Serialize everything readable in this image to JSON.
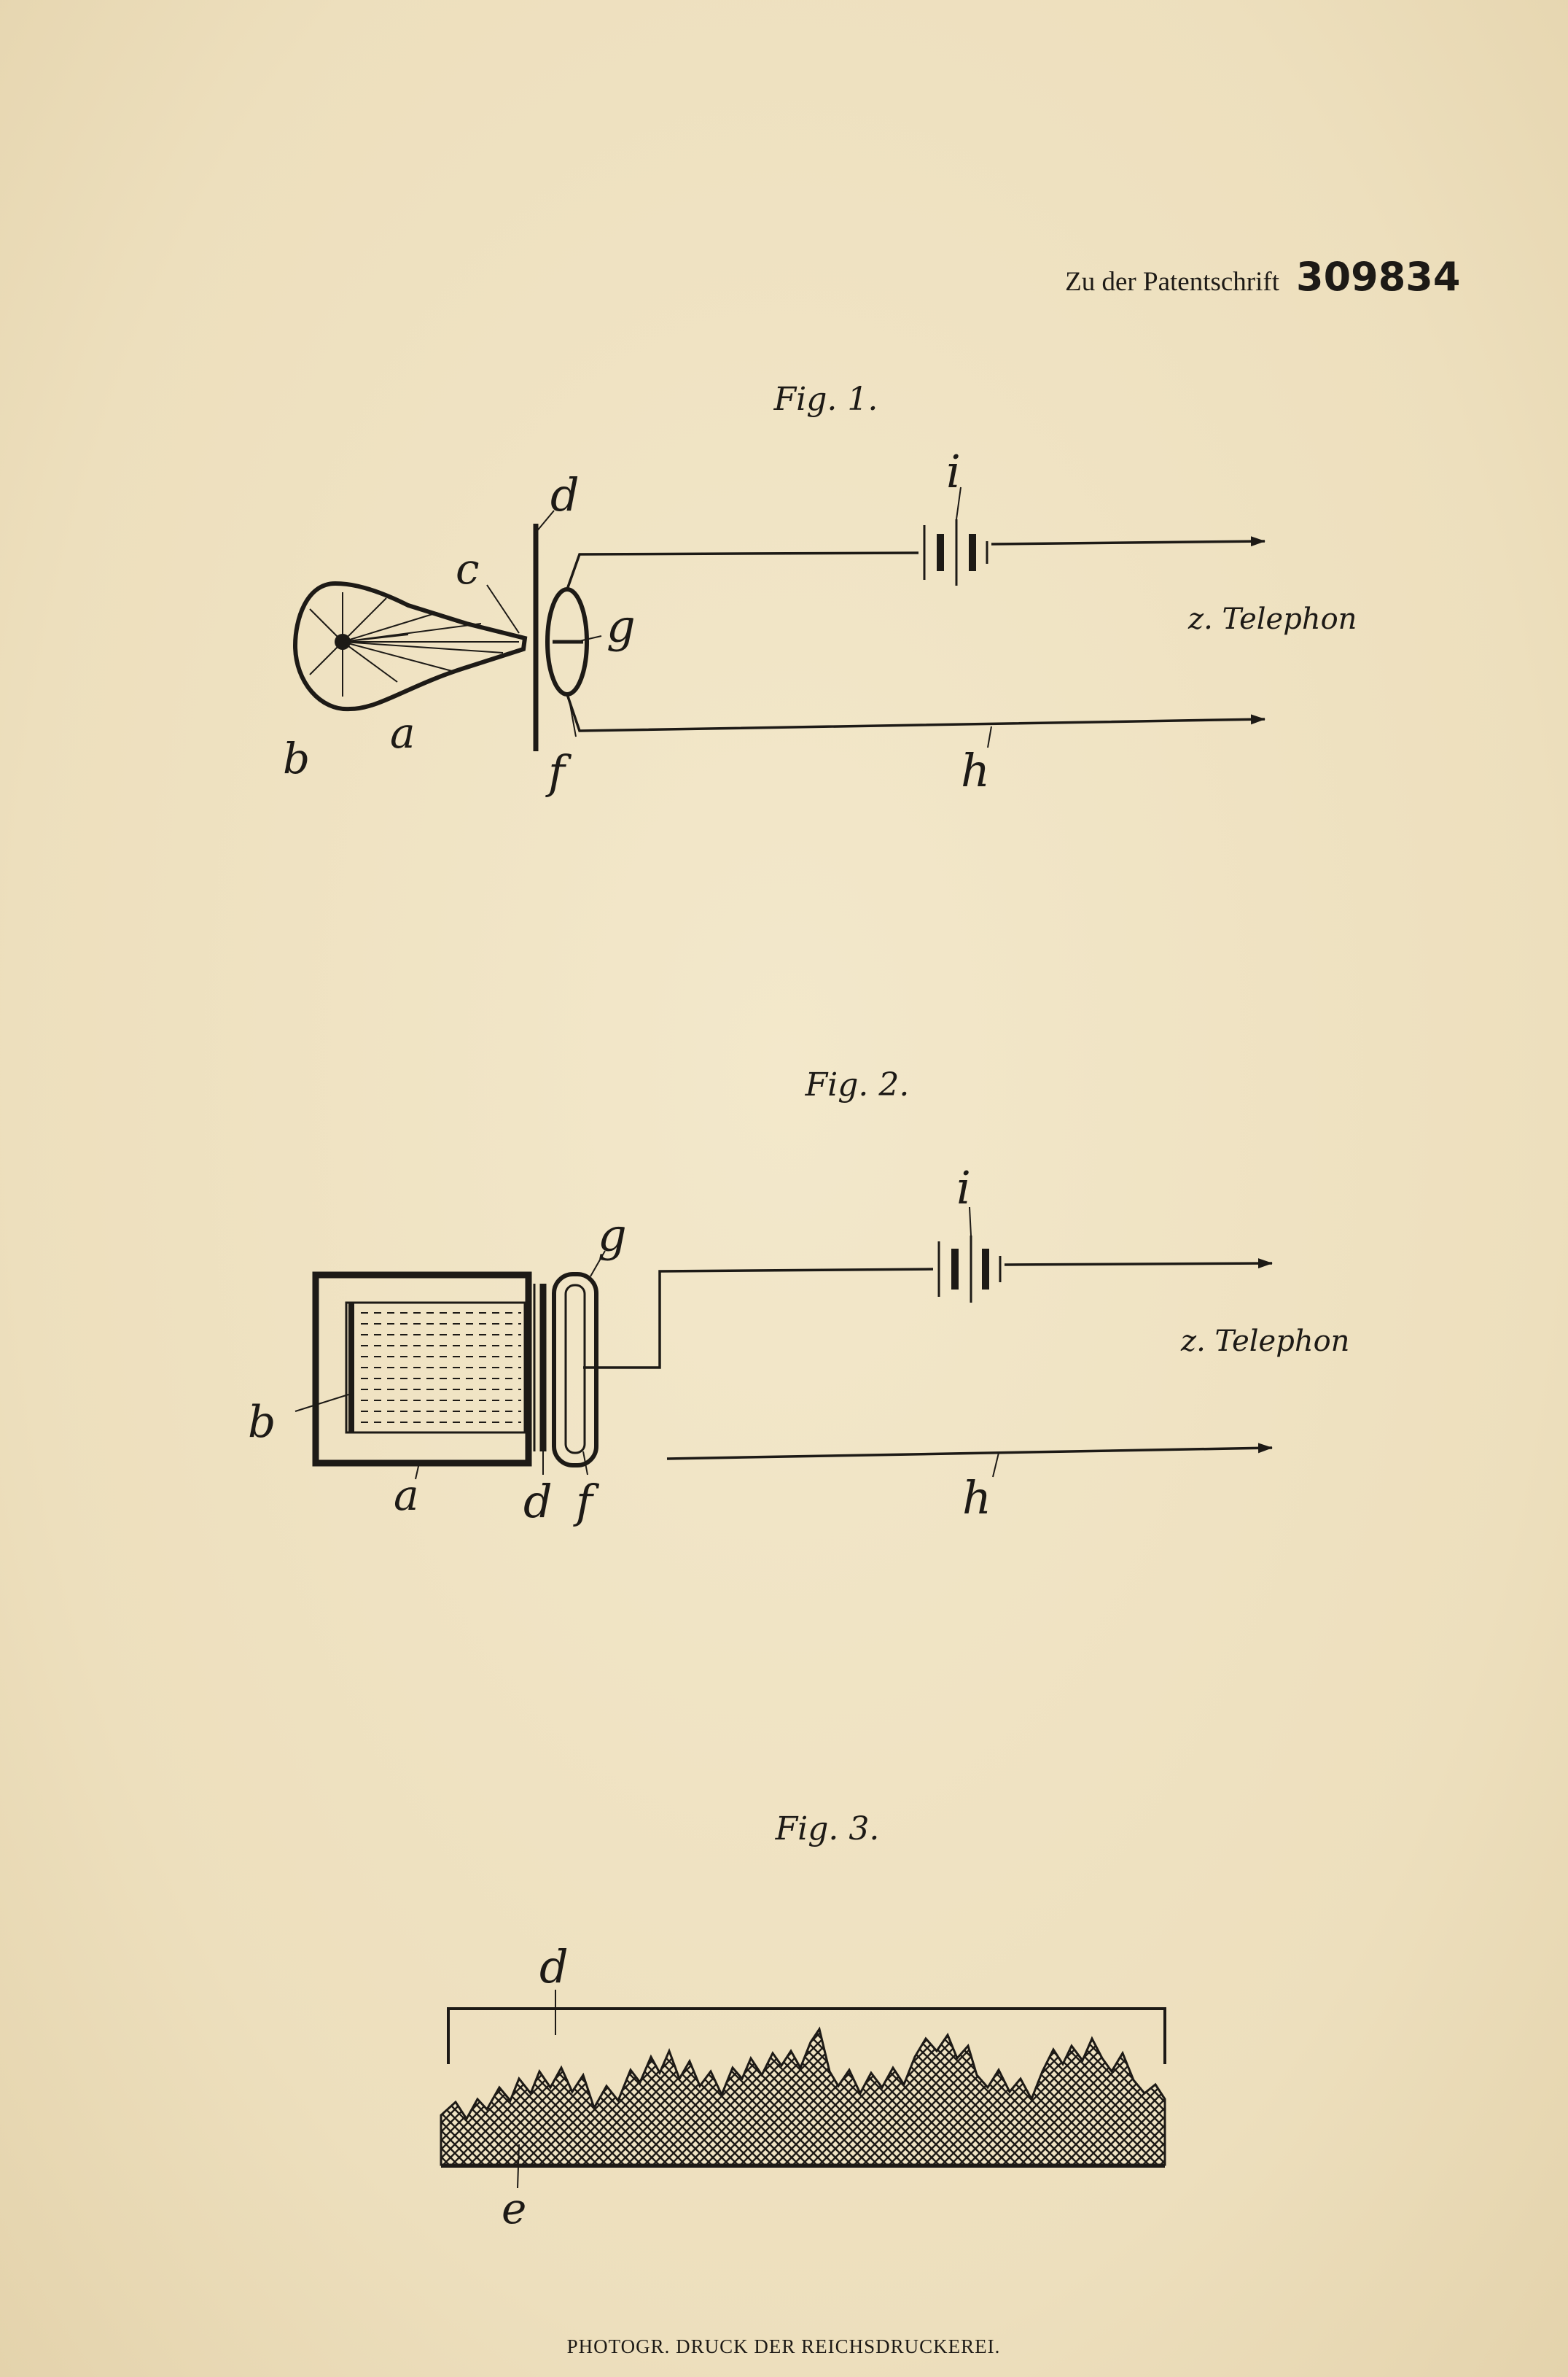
{
  "header": {
    "prefix": "Zu der Patentschrift",
    "number": "309834"
  },
  "fig1": {
    "title": "Fig. 1.",
    "labels": {
      "a": "a",
      "b": "b",
      "c": "c",
      "d": "d",
      "f": "f",
      "g": "g",
      "h": "h",
      "i": "i"
    },
    "telephon": "z. Telephon"
  },
  "fig2": {
    "title": "Fig. 2.",
    "labels": {
      "a": "a",
      "b": "b",
      "d": "d",
      "f": "f",
      "g": "g",
      "h": "h",
      "i": "i"
    },
    "telephon": "z. Telephon"
  },
  "fig3": {
    "title": "Fig. 3.",
    "labels": {
      "d": "d",
      "e": "e"
    }
  },
  "footer": {
    "text": "PHOTOGR. DRUCK DER REICHSDRUCKEREI."
  },
  "colors": {
    "paper": "#efe3c3",
    "ink": "#1d1a16"
  }
}
